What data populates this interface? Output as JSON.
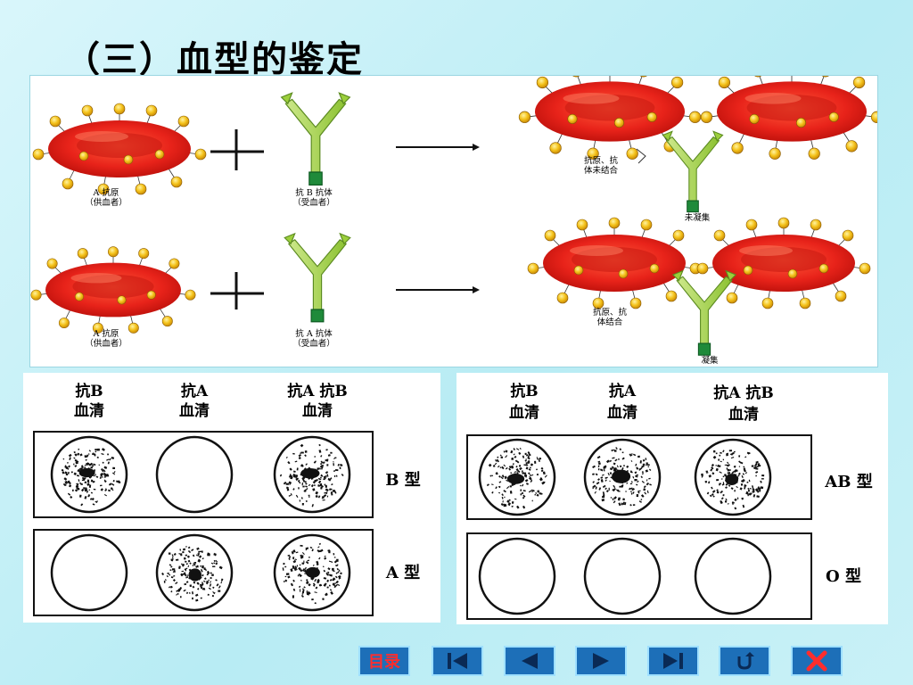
{
  "title": "（三）血型的鉴定",
  "top_diagram": {
    "row1": {
      "antigen_label_1": "A 抗原",
      "antigen_label_2": "（供血者）",
      "antibody_label_1": "抗 B 抗体",
      "antibody_label_2": "（受血者）",
      "result_note_1": "抗原、抗",
      "result_note_2": "体未结合",
      "result_label": "未凝集"
    },
    "row2": {
      "antigen_label_1": "A 抗原",
      "antigen_label_2": "（供血者）",
      "antibody_label_1": "抗 A 抗体",
      "antibody_label_2": "（受血者）",
      "result_note_1": "抗原、抗",
      "result_note_2": "体结合",
      "result_label": "凝集"
    }
  },
  "test_panels": {
    "left": {
      "columns": [
        {
          "line1": "抗B",
          "line2": "血清"
        },
        {
          "line1": "抗A",
          "line2": "血清"
        },
        {
          "line1": "抗A  抗B",
          "line2": "血清"
        }
      ],
      "rows": [
        {
          "label": "B 型",
          "agglutination": [
            true,
            false,
            true
          ]
        },
        {
          "label": "A 型",
          "agglutination": [
            false,
            true,
            true
          ]
        }
      ]
    },
    "right": {
      "columns": [
        {
          "line1": "抗B",
          "line2": "血清"
        },
        {
          "line1": "抗A",
          "line2": "血清"
        },
        {
          "line1": "抗A  抗B",
          "line2": "血清"
        }
      ],
      "rows": [
        {
          "label": "AB 型",
          "agglutination": [
            true,
            true,
            true
          ]
        },
        {
          "label": "O 型",
          "agglutination": [
            false,
            false,
            false
          ]
        }
      ]
    }
  },
  "nav": {
    "menu_label": "目录",
    "icons": [
      "first-page-icon",
      "previous-icon",
      "next-icon",
      "last-page-icon",
      "return-icon",
      "close-icon"
    ]
  },
  "colors": {
    "cell_red": "#e8231a",
    "antigen_yellow": "#f4c21a",
    "antibody_green": "#9ccf3c",
    "nav_blue": "#1d6fb8",
    "nav_border": "#9fe0ff"
  }
}
